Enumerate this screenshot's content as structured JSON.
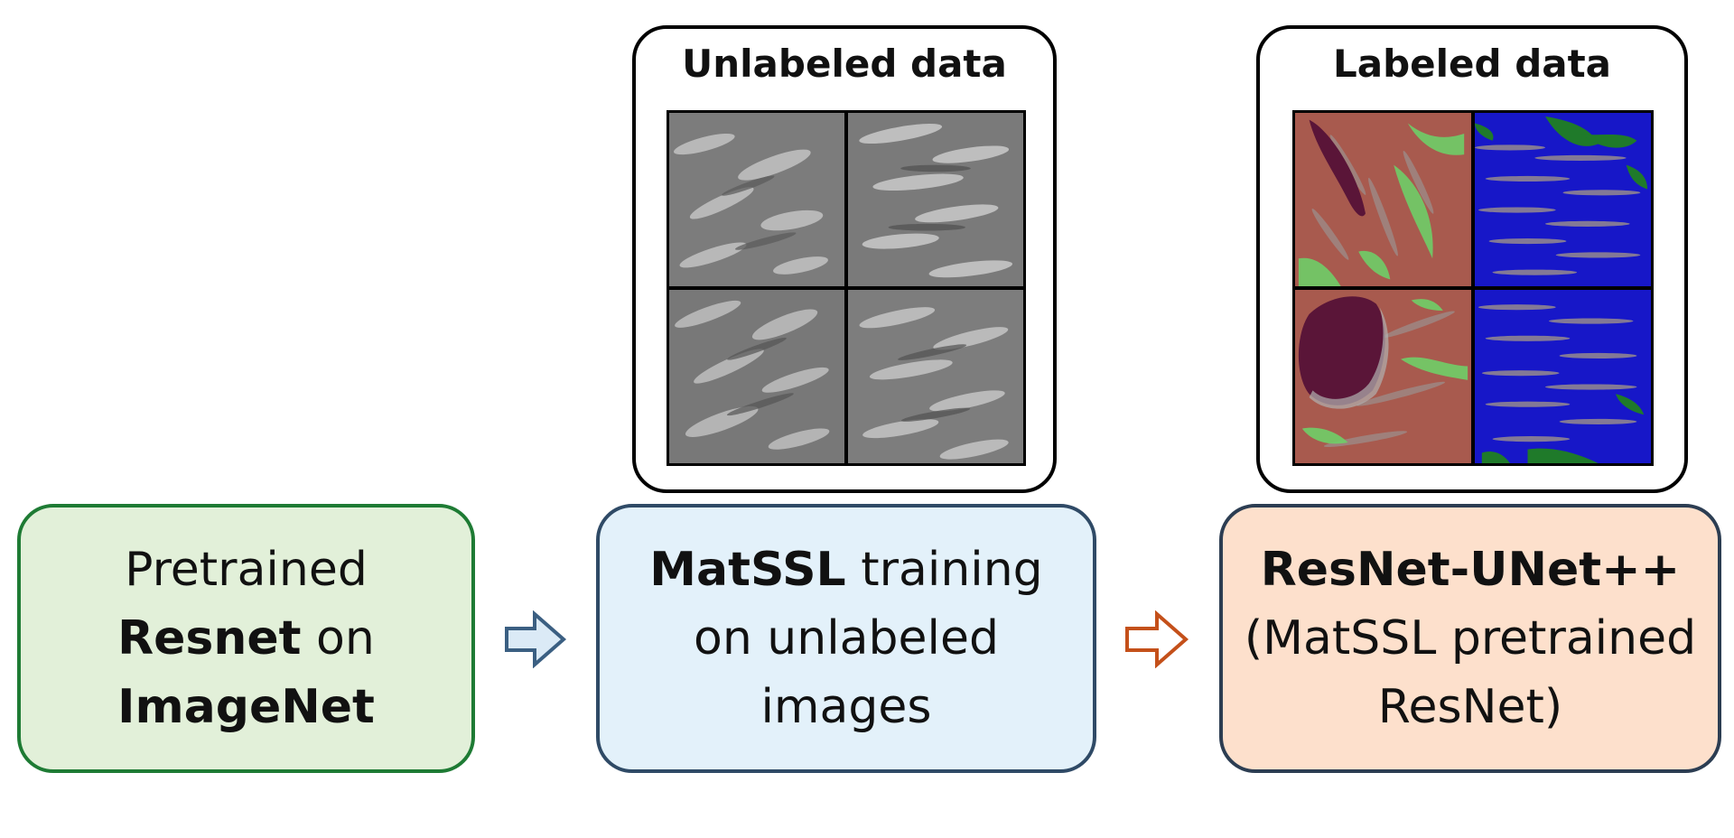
{
  "unlabeled_panel": {
    "title": "Unlabeled data"
  },
  "labeled_panel": {
    "title": "Labeled data"
  },
  "steps": [
    {
      "lines": [
        [
          {
            "text": "Pretrained",
            "bold": false
          }
        ],
        [
          {
            "text": "Resnet",
            "bold": true
          },
          {
            "text": " on",
            "bold": false
          }
        ],
        [
          {
            "text": "ImageNet",
            "bold": true
          }
        ]
      ],
      "fill": "#e2f0d9",
      "border": "#1e7b34"
    },
    {
      "lines": [
        [
          {
            "text": "MatSSL",
            "bold": true
          },
          {
            "text": " training",
            "bold": false
          }
        ],
        [
          {
            "text": "on unlabeled",
            "bold": false
          }
        ],
        [
          {
            "text": "images",
            "bold": false
          }
        ]
      ],
      "fill": "#e3f1fa",
      "border": "#2f4a66"
    },
    {
      "lines": [
        [
          {
            "text": "ResNet-UNet++",
            "bold": true
          }
        ],
        [
          {
            "text": "(MatSSL pretrained",
            "bold": false
          }
        ],
        [
          {
            "text": "ResNet)",
            "bold": false
          }
        ]
      ],
      "fill": "#fde0cc",
      "border": "#2c3d52"
    }
  ],
  "arrows": [
    {
      "fill": "#dbeaf6",
      "stroke": "#3b5f82"
    },
    {
      "fill": "#ffffff",
      "stroke": "#c4501a"
    }
  ],
  "colors": {
    "sem_background": "#7a7a7a",
    "label_red": "#a85a4e",
    "label_green": "#6fce68",
    "label_blue": "#1717c8",
    "label_dark_green": "#1f7a2a",
    "label_pore": "#5a1538"
  }
}
